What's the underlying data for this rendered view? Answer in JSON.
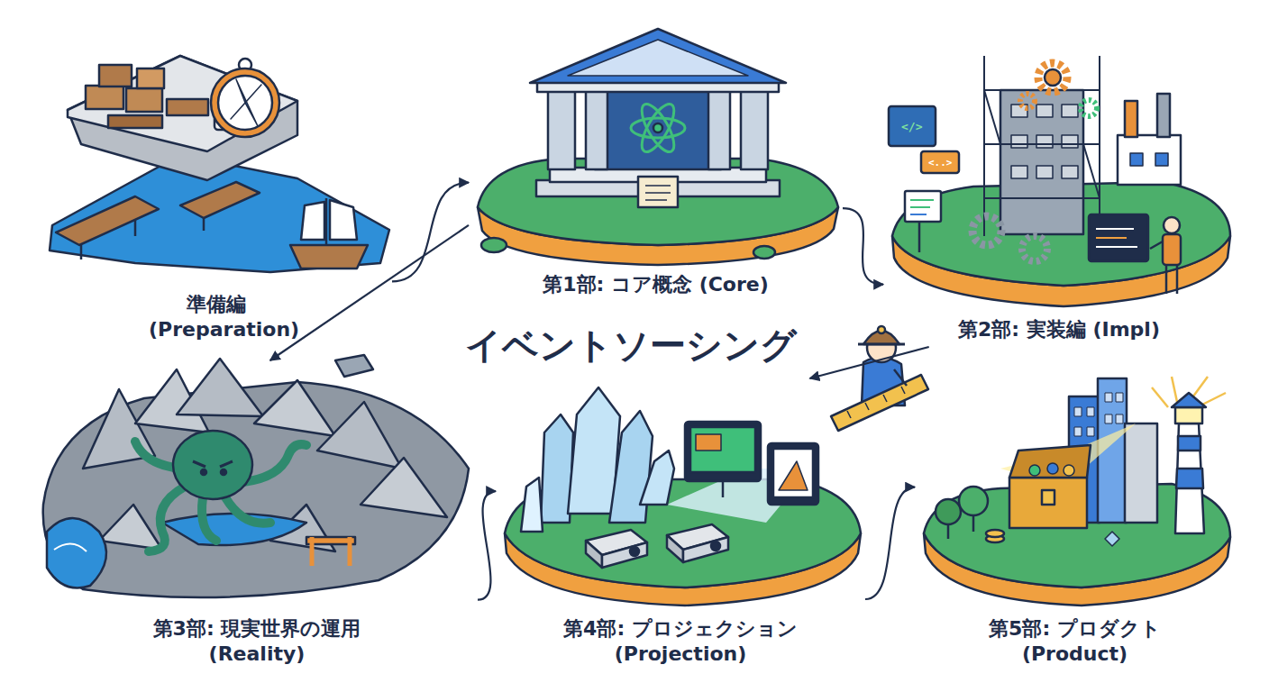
{
  "diagram": {
    "title": "イベントソーシング",
    "nodes": [
      {
        "text": [
          "準備編 (Preparation)"
        ]
      },
      {
        "text": [
          "第1部: コア概念 (Core)"
        ]
      },
      {
        "text": [
          "第2部: 実装編 (Impl)"
        ]
      },
      {
        "text": [
          "第3部: 現実世界の運用 (Reality)"
        ]
      },
      {
        "text": [
          "第4部: プロジェクション (Projection)"
        ]
      },
      {
        "text": [
          "第5部: プロダクト (Product)"
        ]
      }
    ],
    "edges": [
      {
        "from": 0,
        "to": 1,
        "arrow": "to"
      },
      {
        "from": 1,
        "to": 2,
        "arrow": "to"
      },
      {
        "from": 1,
        "to": 3,
        "arrow": "to"
      },
      {
        "from": 2,
        "to": 4,
        "arrow": "to"
      },
      {
        "from": 3,
        "to": 4,
        "arrow": "to"
      },
      {
        "from": 4,
        "to": 5,
        "arrow": "to"
      }
    ],
    "labels": [
      "</>",
      "<..>"
    ]
  }
}
